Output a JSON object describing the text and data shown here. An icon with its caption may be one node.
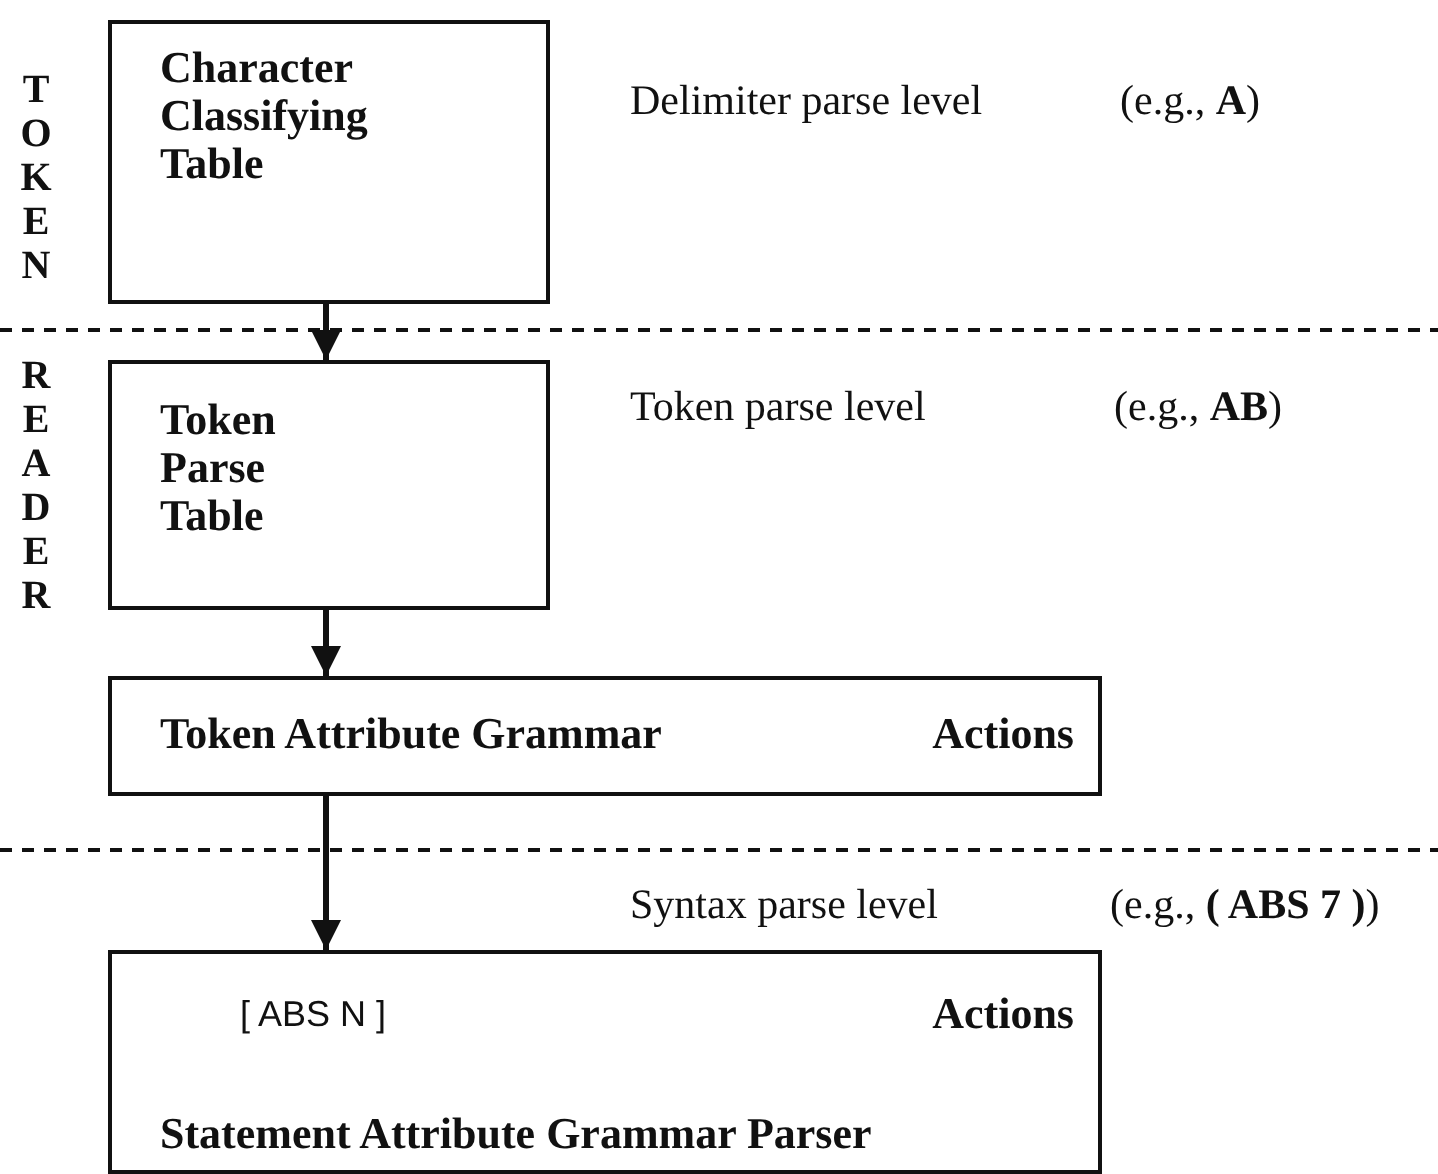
{
  "diagram": {
    "nodes": [
      {
        "text": [
          "Character Classifying Table"
        ]
      },
      {
        "text": [
          "Token Parse Table"
        ]
      },
      {
        "text": [
          "Token Attribute Grammar",
          "Actions"
        ]
      },
      {
        "text": [
          "[ ABS N ]",
          "Actions",
          "Statement Attribute Grammar Parser"
        ]
      }
    ],
    "edges": [
      {
        "from": 0,
        "to": 1,
        "arrow": "to"
      },
      {
        "from": 1,
        "to": 2,
        "arrow": "to"
      },
      {
        "from": 2,
        "to": 3,
        "arrow": "to"
      }
    ],
    "labels": [
      "TOKEN",
      "Delimiter parse level",
      "(e.g., **A**)",
      "READER",
      "Token parse level",
      "(e.g., **AB**)",
      "Syntax parse level",
      "(e.g., **( ABS 7 )**)"
    ]
  }
}
